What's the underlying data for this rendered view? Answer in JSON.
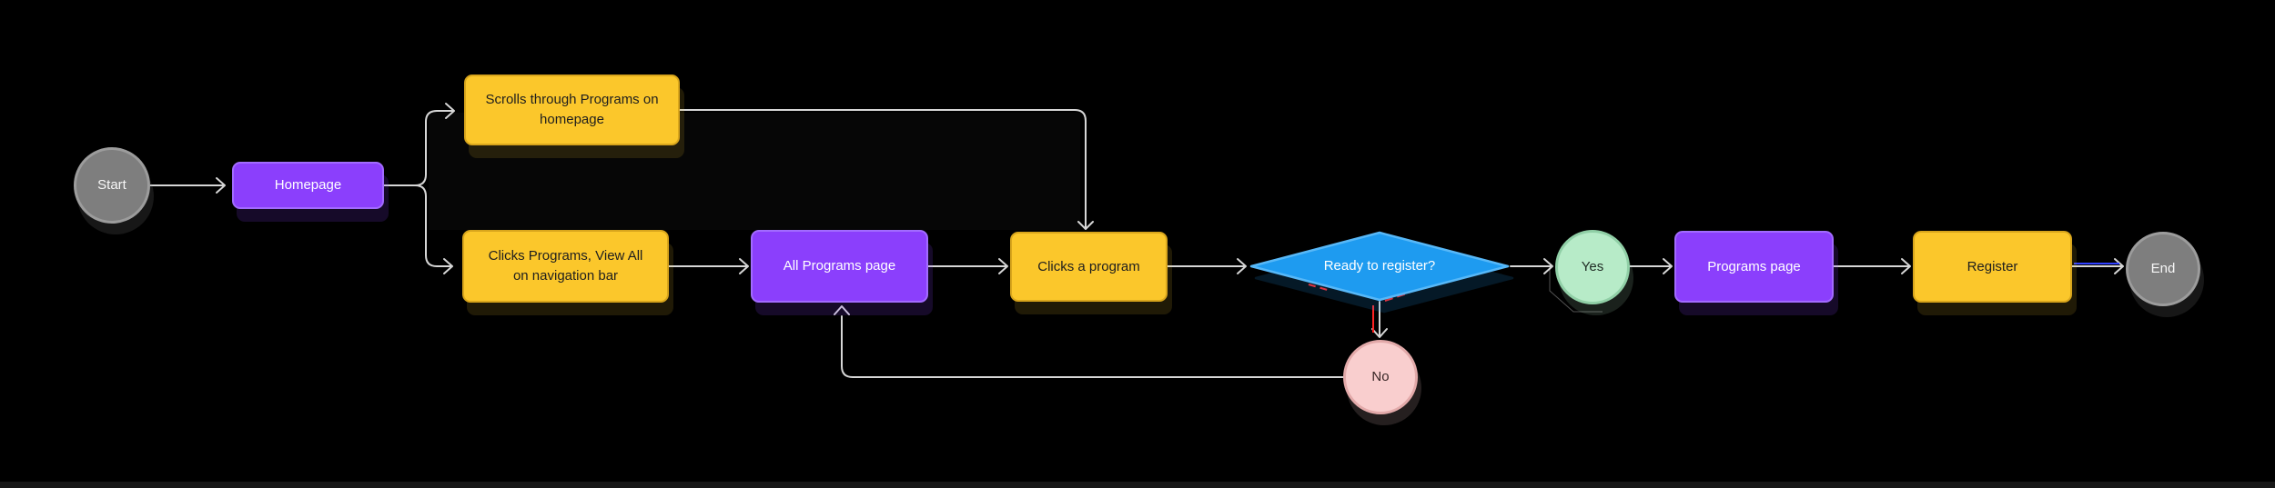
{
  "canvas": {
    "background_color": "#000000",
    "connector_color": "#D6D6D6",
    "guide_red_color": "#FF2222",
    "guide_blue_color": "#3040FF"
  },
  "flowchart": {
    "nodes": [
      {
        "id": "start",
        "label": "Start",
        "shape": "circle",
        "fill": "#7E7E7E",
        "border": "#9C9C9C",
        "text_color": "#F7F7F7"
      },
      {
        "id": "homepage",
        "label": "Homepage",
        "shape": "rect",
        "fill": "#8B3FFC",
        "border": "#A26BFF",
        "text_color": "#FFFFFF"
      },
      {
        "id": "scrolls-programs",
        "label": "Scrolls through Programs on\nhomepage",
        "shape": "rect",
        "fill": "#FBC72B",
        "border": "#D8A51C",
        "text_color": "#1E1E1E"
      },
      {
        "id": "clicks-programs-nav",
        "label": "Clicks Programs, View All\non navigation bar",
        "shape": "rect",
        "fill": "#FBC72B",
        "border": "#D8A51C",
        "text_color": "#1E1E1E"
      },
      {
        "id": "all-programs-page",
        "label": "All Programs page",
        "shape": "rect",
        "fill": "#8B3FFC",
        "border": "#A26BFF",
        "text_color": "#FFFFFF"
      },
      {
        "id": "clicks-a-program",
        "label": "Clicks a program",
        "shape": "rect",
        "fill": "#FBC72B",
        "border": "#D8A51C",
        "text_color": "#1E1E1E"
      },
      {
        "id": "ready-to-register",
        "label": "Ready to register?",
        "shape": "diamond",
        "fill": "#1E9BF0",
        "border": "#57B8F8",
        "text_color": "#FFFFFF"
      },
      {
        "id": "yes",
        "label": "Yes",
        "shape": "circle",
        "fill": "#B7EBC8",
        "border": "#90CFA6",
        "text_color": "#1F2B24"
      },
      {
        "id": "programs-page",
        "label": "Programs page",
        "shape": "rect",
        "fill": "#8B3FFC",
        "border": "#A26BFF",
        "text_color": "#FFFFFF"
      },
      {
        "id": "register",
        "label": "Register",
        "shape": "rect",
        "fill": "#FBC72B",
        "border": "#D8A51C",
        "text_color": "#1E1E1E"
      },
      {
        "id": "end",
        "label": "End",
        "shape": "circle",
        "fill": "#7E7E7E",
        "border": "#9C9C9C",
        "text_color": "#F7F7F7"
      },
      {
        "id": "no",
        "label": "No",
        "shape": "circle",
        "fill": "#F9CECE",
        "border": "#E2A9A9",
        "text_color": "#382626"
      }
    ],
    "edges": [
      {
        "from": "start",
        "to": "homepage"
      },
      {
        "from": "homepage",
        "to": "scrolls-programs"
      },
      {
        "from": "homepage",
        "to": "clicks-programs-nav"
      },
      {
        "from": "scrolls-programs",
        "to": "clicks-a-program"
      },
      {
        "from": "clicks-programs-nav",
        "to": "all-programs-page"
      },
      {
        "from": "all-programs-page",
        "to": "clicks-a-program"
      },
      {
        "from": "clicks-a-program",
        "to": "ready-to-register"
      },
      {
        "from": "ready-to-register",
        "to": "yes"
      },
      {
        "from": "ready-to-register",
        "to": "no"
      },
      {
        "from": "yes",
        "to": "programs-page"
      },
      {
        "from": "programs-page",
        "to": "register"
      },
      {
        "from": "register",
        "to": "end"
      },
      {
        "from": "no",
        "to": "all-programs-page"
      }
    ]
  }
}
